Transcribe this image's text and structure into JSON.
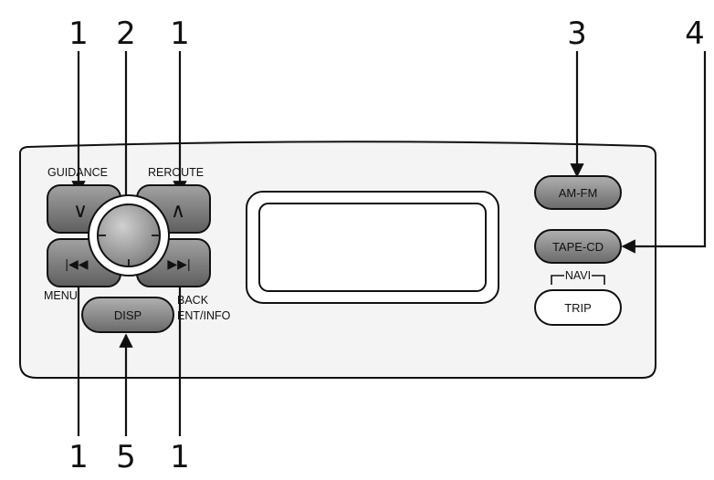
{
  "callouts": {
    "c1_top_left": "1",
    "c2_top": "2",
    "c1_top_right": "1",
    "c3_top": "3",
    "c4_top": "4",
    "c1_bottom_left": "1",
    "c5_bottom": "5",
    "c1_bottom_right": "1"
  },
  "labels": {
    "guidance": "GUIDANCE",
    "reroute": "REROUTE",
    "menu": "MENU",
    "back": "BACK",
    "ent_info": "ENT/INFO",
    "navi": "NAVI"
  },
  "buttons": {
    "down_arrow": "∨",
    "up_arrow": "∧",
    "prev_track": "|◀◀",
    "next_track": "▶▶|",
    "disp": "DISP",
    "am_fm": "AM-FM",
    "tape_cd": "TAPE-CD",
    "trip": "TRIP"
  },
  "colors": {
    "panel_fill": "#f4f4f4",
    "button_dark": "#6b6b6b",
    "button_mid": "#8e8e8e",
    "knob": "#9a9a9a",
    "line": "#111111"
  }
}
